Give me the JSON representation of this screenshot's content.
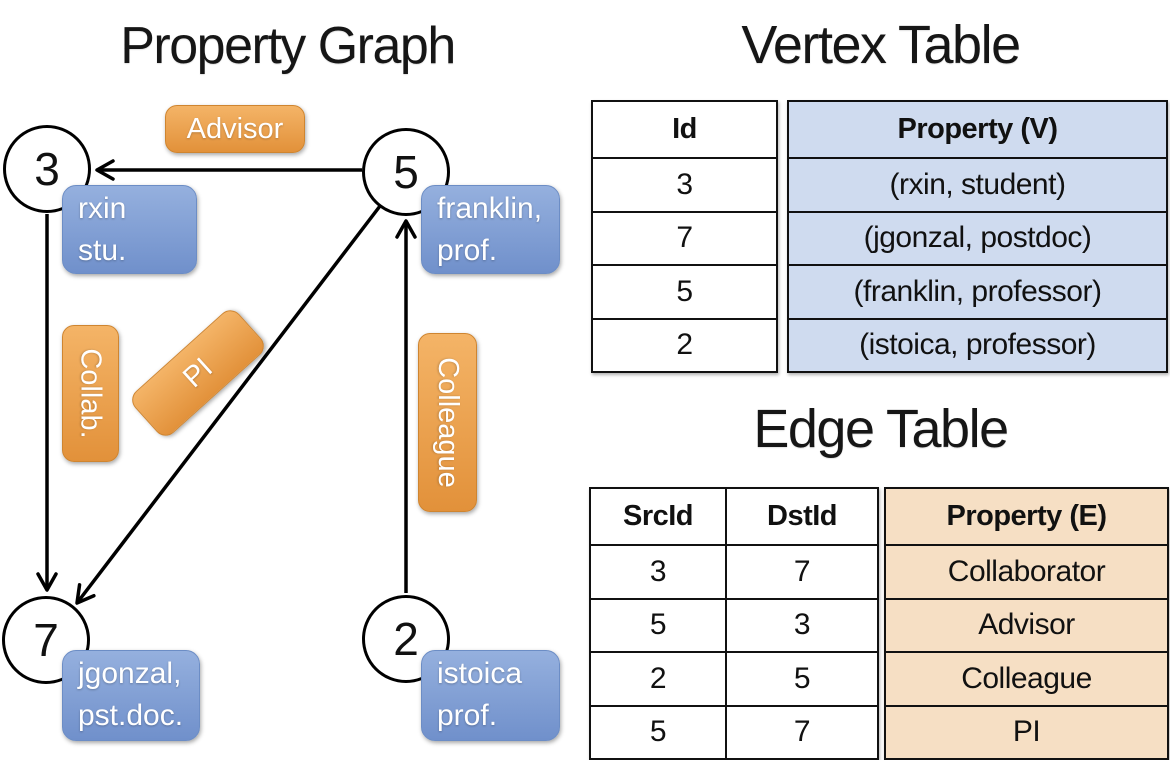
{
  "graph_panel": {
    "title": "Property Graph",
    "nodes": [
      {
        "id": "3",
        "line1": "rxin",
        "line2": "stu."
      },
      {
        "id": "5",
        "line1": "franklin,",
        "line2": "prof."
      },
      {
        "id": "7",
        "line1": "jgonzal,",
        "line2": "pst.doc."
      },
      {
        "id": "2",
        "line1": "istoica",
        "line2": "prof."
      }
    ],
    "edge_labels": [
      {
        "label": "Advisor",
        "from": "5",
        "to": "3"
      },
      {
        "label": "Collab.",
        "from": "3",
        "to": "7"
      },
      {
        "label": "PI",
        "from": "5",
        "to": "7"
      },
      {
        "label": "Colleague",
        "from": "2",
        "to": "5"
      }
    ]
  },
  "vertex_table": {
    "title": "Vertex Table",
    "headers": {
      "id": "Id",
      "property": "Property (V)"
    },
    "rows": [
      {
        "id": "3",
        "property": "(rxin, student)"
      },
      {
        "id": "7",
        "property": "(jgonzal, postdoc)"
      },
      {
        "id": "5",
        "property": "(franklin, professor)"
      },
      {
        "id": "2",
        "property": "(istoica, professor)"
      }
    ]
  },
  "edge_table": {
    "title": "Edge Table",
    "headers": {
      "src": "SrcId",
      "dst": "DstId",
      "property": "Property (E)"
    },
    "rows": [
      {
        "src": "3",
        "dst": "7",
        "property": "Collaborator"
      },
      {
        "src": "5",
        "dst": "3",
        "property": "Advisor"
      },
      {
        "src": "2",
        "dst": "5",
        "property": "Colleague"
      },
      {
        "src": "5",
        "dst": "7",
        "property": "PI"
      }
    ]
  },
  "colors": {
    "node_label_blue_top": "#95b0de",
    "node_label_blue_bottom": "#7090cb",
    "edge_label_orange_top": "#f4b467",
    "edge_label_orange_bottom": "#e2913a",
    "vertex_property_fill": "#cfdbef",
    "edge_property_fill": "#f6dfc4",
    "table_border": "#111111",
    "arrow_stroke": "#000000"
  }
}
